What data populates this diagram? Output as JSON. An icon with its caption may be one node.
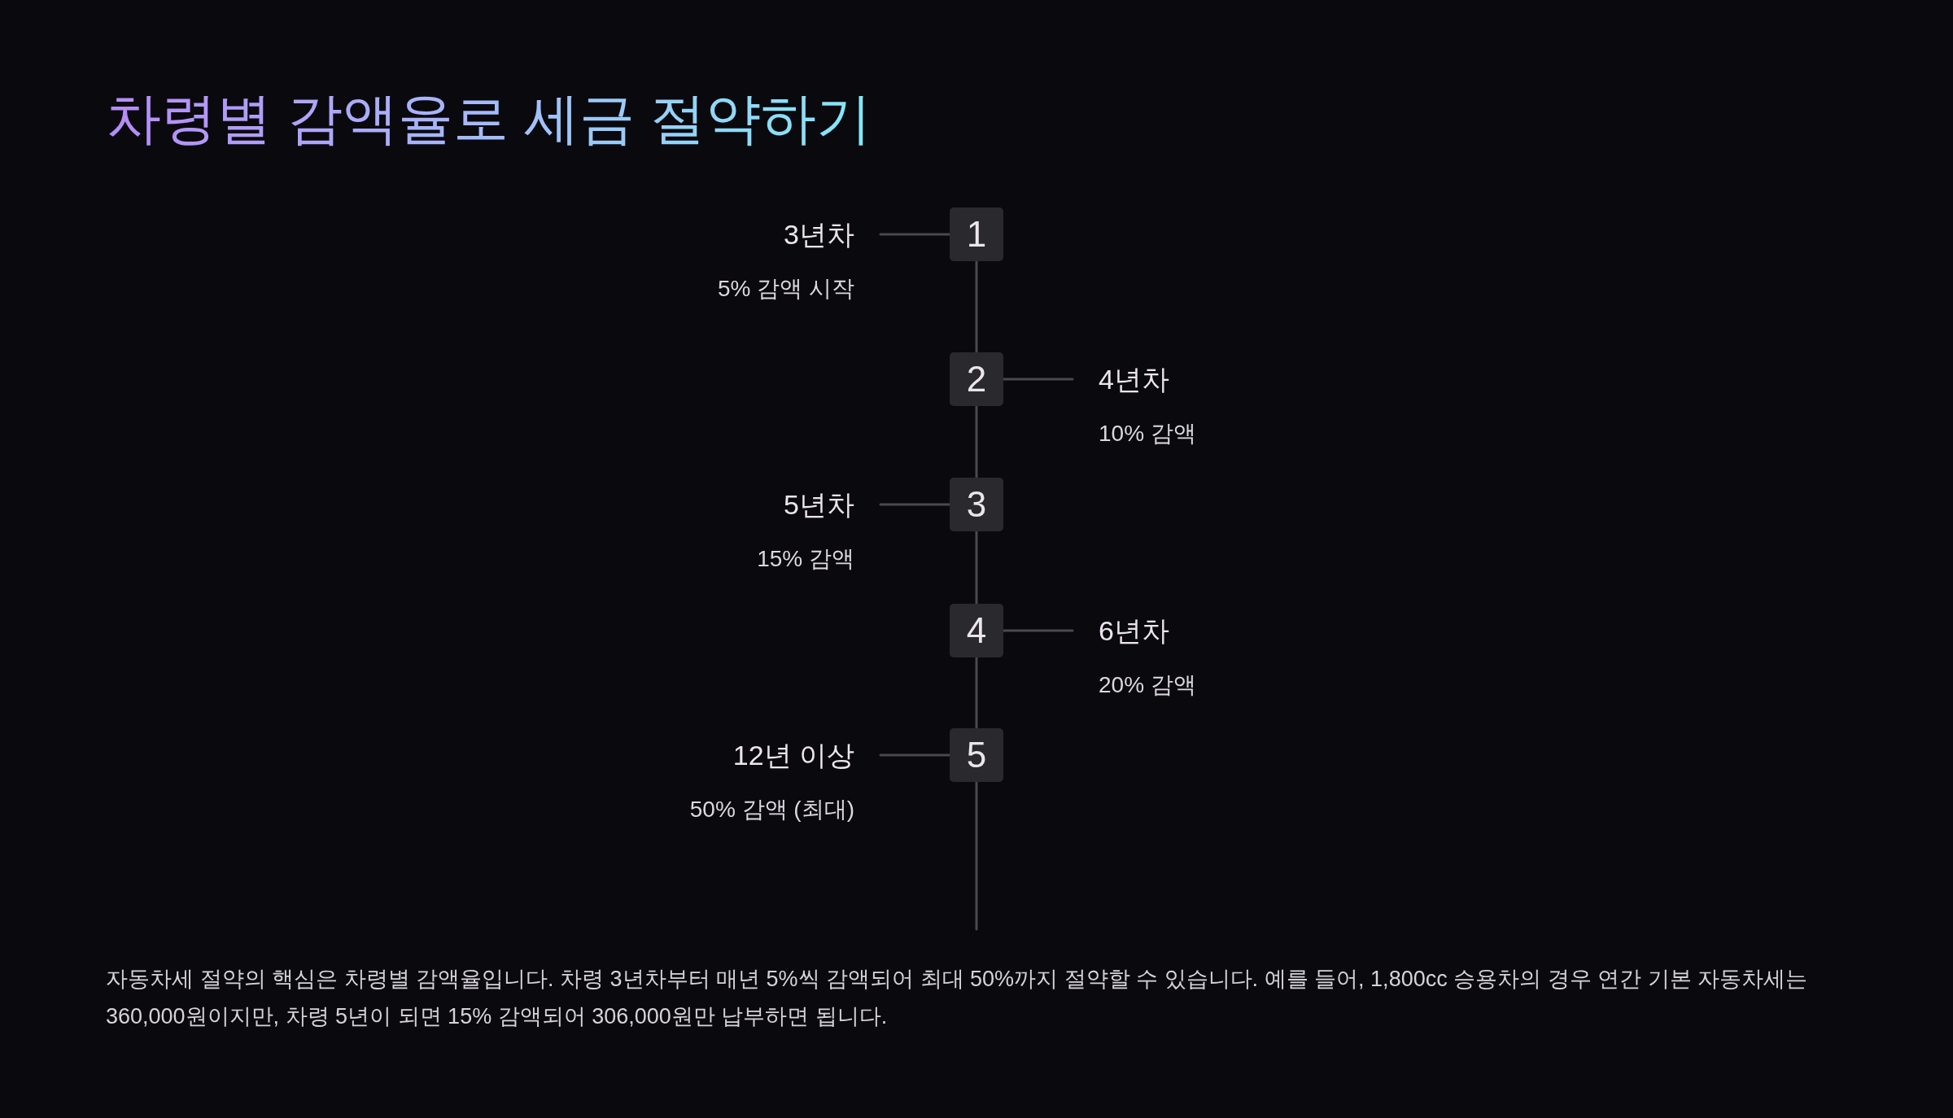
{
  "diagram": {
    "title": "차령별 감액율로 세금 절약하기",
    "nodes": [
      {
        "text": [
          "3년차",
          "5% 감액 시작"
        ]
      },
      {
        "text": [
          "1"
        ]
      },
      {
        "text": [
          "2"
        ]
      },
      {
        "text": [
          "4년차",
          "10% 감액"
        ]
      },
      {
        "text": [
          "5년차",
          "15% 감액"
        ]
      },
      {
        "text": [
          "3"
        ]
      },
      {
        "text": [
          "4"
        ]
      },
      {
        "text": [
          "6년차",
          "20% 감액"
        ]
      },
      {
        "text": [
          "12년 이상",
          "50% 감액 (최대)"
        ]
      },
      {
        "text": [
          "5"
        ]
      }
    ],
    "edges": [
      {
        "from": 0,
        "to": 1,
        "arrow": "none"
      },
      {
        "from": 1,
        "to": 2,
        "arrow": "none"
      },
      {
        "from": 2,
        "to": 3,
        "arrow": "none"
      },
      {
        "from": 2,
        "to": 5,
        "arrow": "none"
      },
      {
        "from": 4,
        "to": 5,
        "arrow": "none"
      },
      {
        "from": 5,
        "to": 6,
        "arrow": "none"
      },
      {
        "from": 6,
        "to": 7,
        "arrow": "none"
      },
      {
        "from": 6,
        "to": 9,
        "arrow": "none"
      },
      {
        "from": 8,
        "to": 9,
        "arrow": "none"
      },
      {
        "from": 9,
        "to": null,
        "arrow": "none"
      }
    ],
    "labels": [
      "자동차세 절약의 핵심은 차령별 감액율입니다. 차령 3년차부터 매년 5%씩 감액되어 최대 50%까지 절약할 수 있습니다. 예를 들어, 1,800cc 승용차의 경우 연간 기본 자동차세는 360,000원이지만, 차령 5년이 되면 15% 감액되어 306,000원만 납부하면 됩니다."
    ]
  }
}
